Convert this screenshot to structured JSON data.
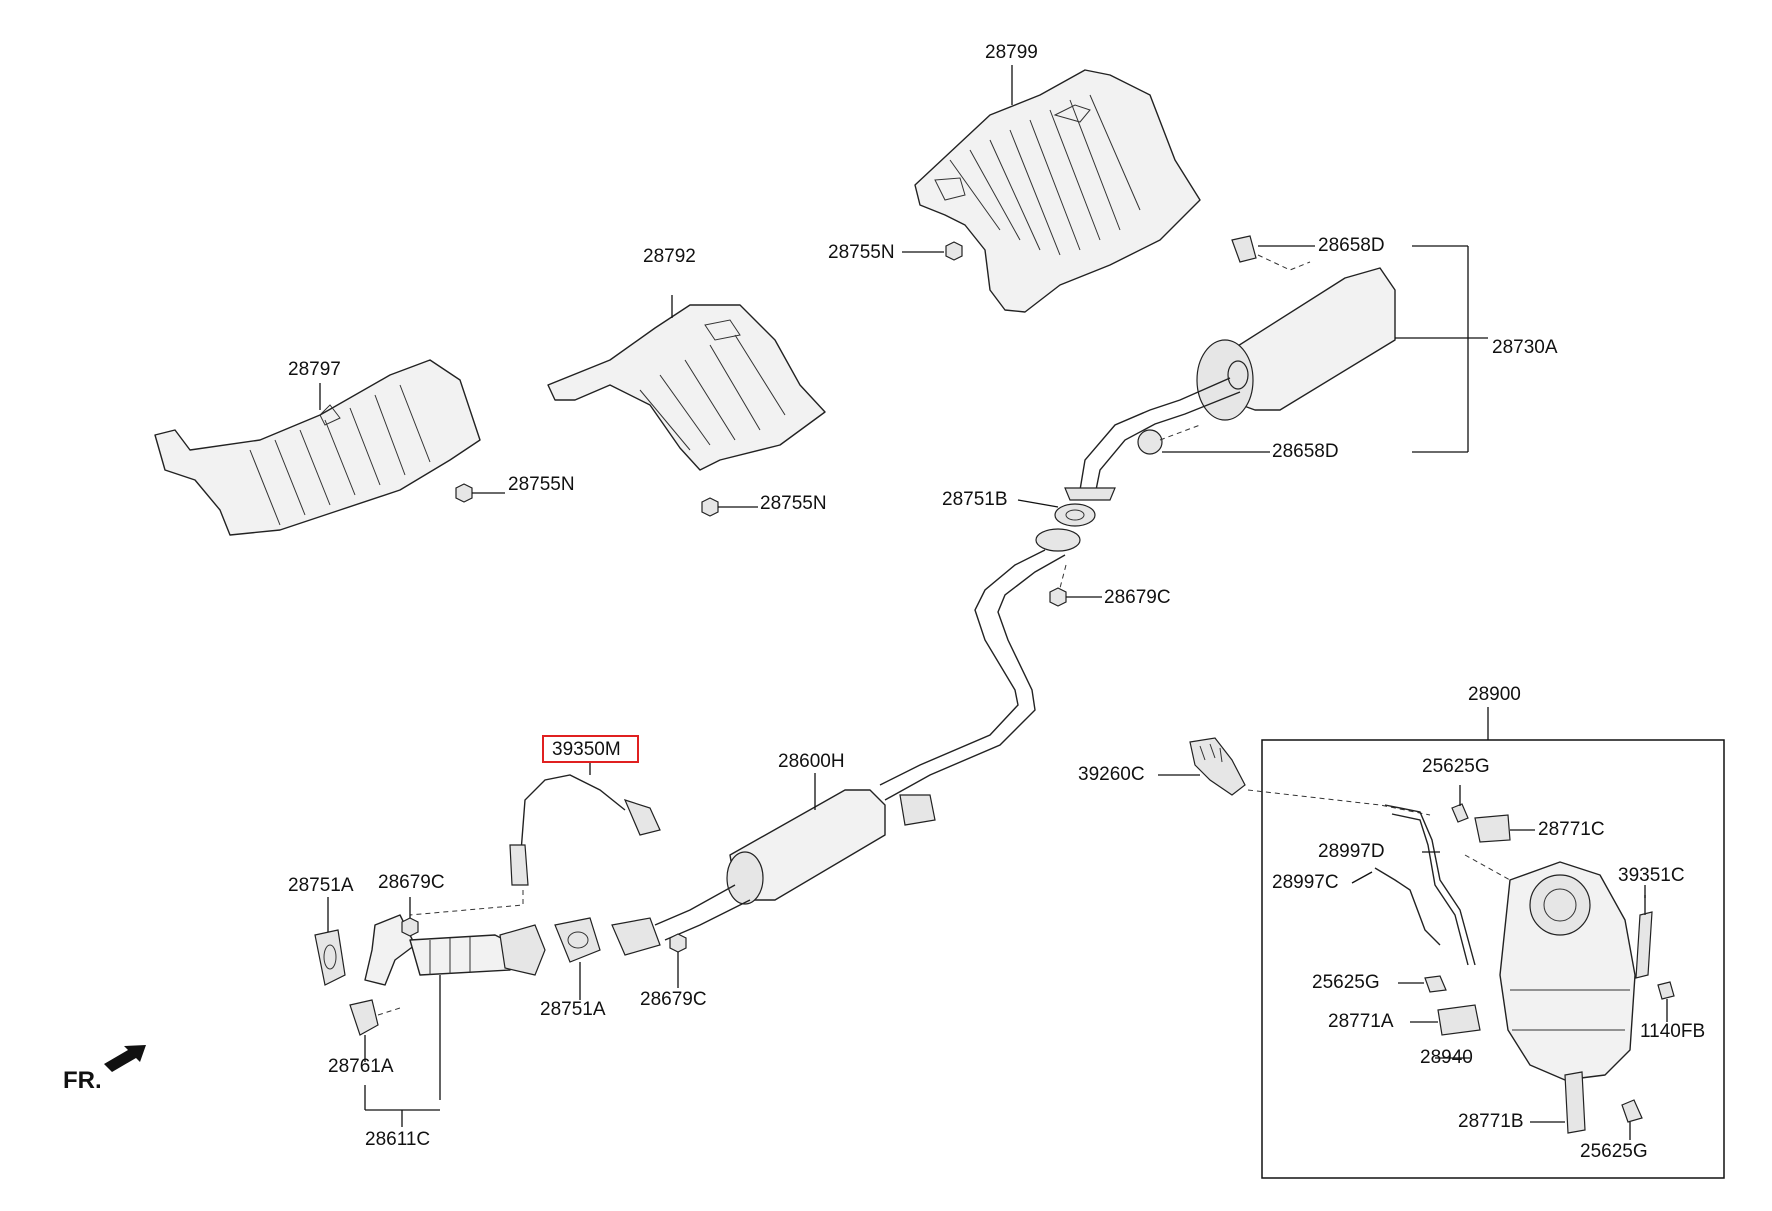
{
  "diagram": {
    "direction_label": "FR.",
    "highlighted_part": "39350M",
    "highlight_color": "#e02020",
    "labels": {
      "p28799": "28799",
      "p28755N_a": "28755N",
      "p28792": "28792",
      "p28797": "28797",
      "p28755N_b": "28755N",
      "p28755N_c": "28755N",
      "p28658D_a": "28658D",
      "p28730A": "28730A",
      "p28658D_b": "28658D",
      "p28751B": "28751B",
      "p28679C_a": "28679C",
      "p39350M": "39350M",
      "p28600H": "28600H",
      "p28751A_a": "28751A",
      "p28679C_b": "28679C",
      "p28751A_b": "28751A",
      "p28679C_c": "28679C",
      "p28761A": "28761A",
      "p28611C": "28611C",
      "p28900": "28900",
      "p39260C": "39260C",
      "p25625G_a": "25625G",
      "p28771C": "28771C",
      "p28997D": "28997D",
      "p28997C": "28997C",
      "p39351C": "39351C",
      "p25625G_b": "25625G",
      "p1140FB": "1140FB",
      "p28771A": "28771A",
      "p28940": "28940",
      "p28771B": "28771B",
      "p25625G_c": "25625G"
    }
  }
}
